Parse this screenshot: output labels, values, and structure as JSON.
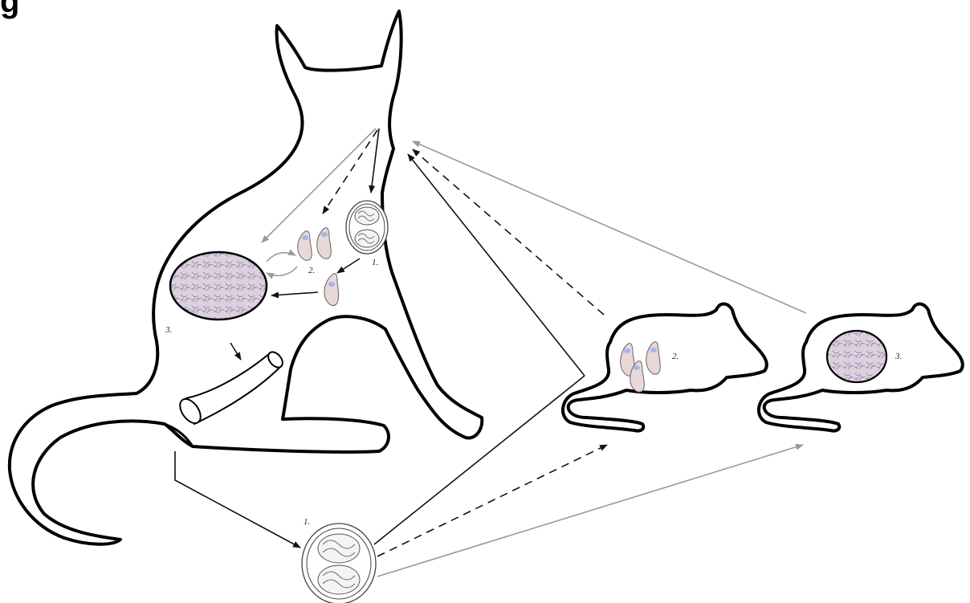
{
  "title": "g",
  "labels": {
    "cat_oocyst": "1.",
    "cat_tachyzoites": "2.",
    "cat_tissue_cyst": "3.",
    "env_oocyst": "1.",
    "mouse1_tachyzoites": "2.",
    "mouse2_tissue_cyst": "3."
  },
  "colors": {
    "outline": "#000000",
    "arrow_solid": "#111111",
    "arrow_grey": "#9a9a9a",
    "zoite_fill": "#e8d8d8",
    "nucleus": "#9fb8e6",
    "cyst_fill": "#ddd0dd"
  }
}
